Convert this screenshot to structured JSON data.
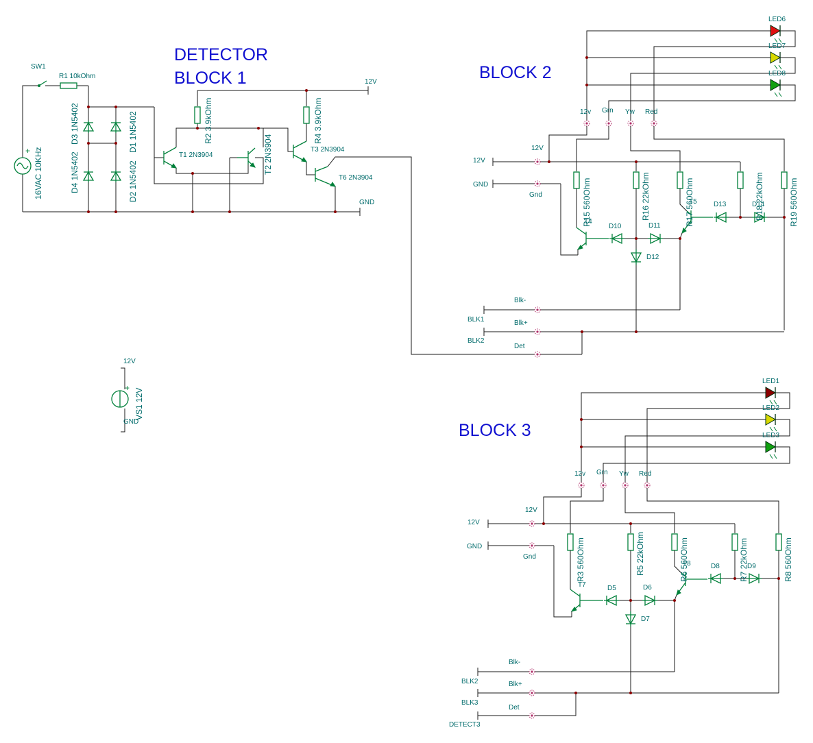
{
  "titles": {
    "detector_line1": "DETECTOR",
    "detector_line2": "BLOCK 1",
    "block2": "BLOCK 2",
    "block3": "BLOCK 3"
  },
  "block1": {
    "sw1": "SW1",
    "r1": "R1 10kOhm",
    "source": "16VAC 10KHz",
    "d3": "D3 1N5402",
    "d4": "D4 1N5402",
    "d1": "D1 1N5402",
    "d2": "D2 1N5402",
    "t1": "T1 2N3904",
    "r2": "R2 3.9kOhm",
    "t2": "T2 2N3904",
    "r4": "R4 3.9kOhm",
    "t3": "T3 2N3904",
    "t6": "T6 2N3904",
    "v12": "12V",
    "gnd": "GND"
  },
  "supply": {
    "v12": "12V",
    "gnd": "GND",
    "vs1": "VS1 12V",
    "plus": "+"
  },
  "block2": {
    "leds": [
      "LED6",
      "LED7",
      "LED8"
    ],
    "pins_top": [
      "12v",
      "Grn",
      "Yw",
      "Red"
    ],
    "pin_12v": "12V",
    "net_12v": "12V",
    "net_gnd": "GND",
    "pin_gnd": "Gnd",
    "r15": "R15 560Ohm",
    "r16": "R16 22kOhm",
    "r17": "R17 560Ohm",
    "r18": "R18 22kOhm",
    "r19": "R19 560Ohm",
    "t4": "T4",
    "t5": "T5",
    "d10": "D10",
    "d11": "D11",
    "d12": "D12",
    "d13": "D13",
    "d14": "D14",
    "blk_minus": "Blk-",
    "blk_plus": "Blk+",
    "det": "Det",
    "blk1": "BLK1",
    "blk2": "BLK2"
  },
  "block3": {
    "leds": [
      "LED1",
      "LED2",
      "LED3"
    ],
    "pins_top": [
      "12v",
      "Grn",
      "Yw",
      "Red"
    ],
    "pin_12v": "12V",
    "net_12v": "12V",
    "net_gnd": "GND",
    "pin_gnd": "Gnd",
    "r3": "R3 560Ohm",
    "r5": "R5 22kOhm",
    "r6": "R6 560Ohm",
    "r7": "R7 22kOhm",
    "r8": "R8 560Ohm",
    "t7": "T7",
    "t8": "T8",
    "d5": "D5",
    "d6": "D6",
    "d7": "D7",
    "d8": "D8",
    "d9": "D9",
    "blk_minus": "Blk-",
    "blk_plus": "Blk+",
    "det": "Det",
    "blk2": "BLK2",
    "blk3": "BLK3",
    "detect3": "DETECT3"
  },
  "colors": {
    "led_red": "#e01010",
    "led_yellow": "#d8d800",
    "led_green": "#10a010",
    "led_dark_red": "#8b0000",
    "wire": "#1a1a1a",
    "component": "#00803a",
    "label": "#006b6b",
    "title": "#1010d0",
    "junction": "#8b0000"
  }
}
